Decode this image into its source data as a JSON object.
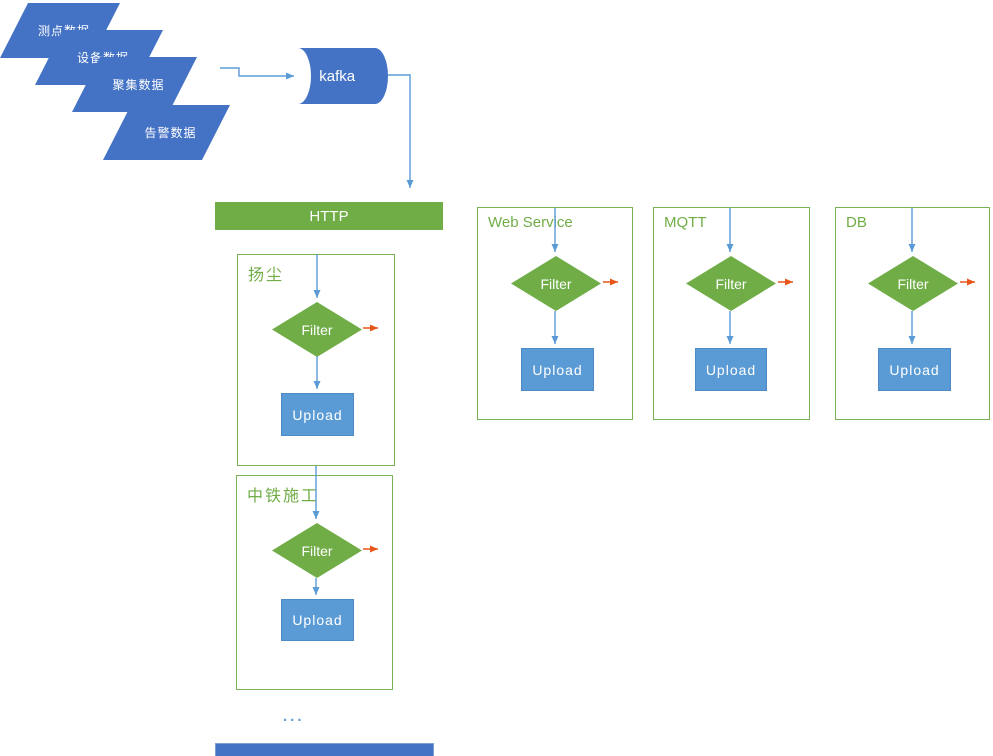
{
  "sources": [
    "测点数据",
    "设备数据",
    "聚集数据",
    "告警数据"
  ],
  "kafka": {
    "label": "kafka"
  },
  "http_bar": {
    "label": "HTTP"
  },
  "channels": [
    {
      "label": "扬尘",
      "filter": "Filter",
      "upload": "Upload"
    },
    {
      "label": "中铁施工",
      "filter": "Filter",
      "upload": "Upload"
    },
    {
      "label": "Web Service",
      "filter": "Filter",
      "upload": "Upload"
    },
    {
      "label": "MQTT",
      "filter": "Filter",
      "upload": "Upload"
    },
    {
      "label": "DB",
      "filter": "Filter",
      "upload": "Upload"
    }
  ],
  "ellipsis": "...",
  "colors": {
    "primary_blue": "#4472C4",
    "connector_blue": "#5B9BD5",
    "green": "#70AD47",
    "orange": "#E8571A"
  }
}
